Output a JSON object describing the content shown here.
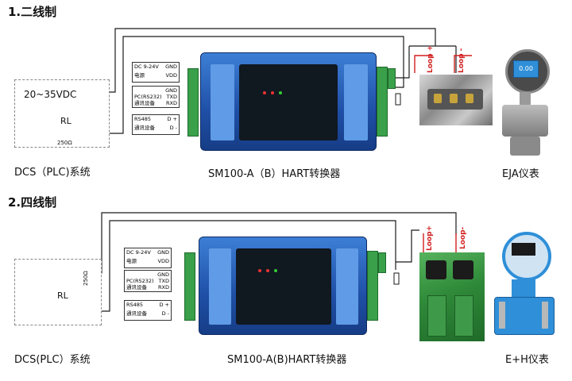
{
  "section1": {
    "heading": "1.二线制",
    "dcs_voltage": "20~35VDC",
    "resistor_label": "RL",
    "resistor_value": "250Ω",
    "dcs_caption": "DCS（PLC)系统",
    "converter_caption": "SM100-A（B）HART转换器",
    "instrument_caption": "EJA仪表",
    "loop_plus": "Loop +",
    "loop_minus": "Loop -",
    "instrument_display": "0.00",
    "resistor_small": "250 Ω"
  },
  "section2": {
    "heading": "2.四线制",
    "resistor_label": "RL",
    "resistor_value": "250Ω",
    "dcs_caption": "DCS(PLC）系统",
    "converter_caption": "SM100-A(B)HART转换器",
    "instrument_caption": "E+H仪表",
    "loop_plus": "Loop+",
    "loop_minus": "Loop-",
    "resistor_small": "250 Ω"
  },
  "power_label": {
    "line1": "DC 9-24V",
    "gnd": "GND",
    "line2": "电源",
    "vdd": "VDD"
  },
  "rs232_label": {
    "gnd": "GND",
    "line1": "PC(RS232)",
    "txd": "TXD",
    "line2": "通讯设备",
    "rxd": "RXD"
  },
  "rs485_label": {
    "line1": "RS485",
    "dplus": "D +",
    "line2": "通讯设备",
    "dminus": "D -"
  },
  "colors": {
    "wire": "#1a1a1a",
    "loop_wire": "#d21f1f",
    "terminal_green": "#3aa04a",
    "device_blue": "#1f4fa6",
    "instrument_blue": "#2f8fd8"
  }
}
